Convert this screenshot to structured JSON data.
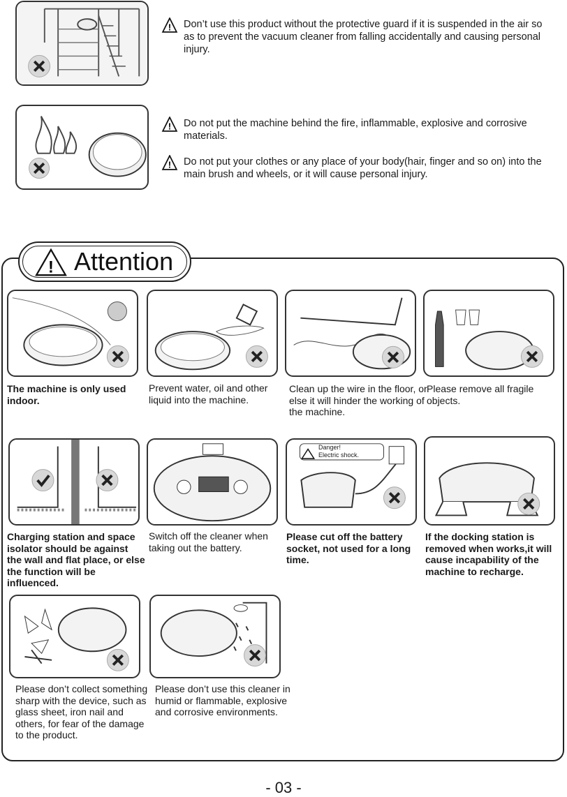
{
  "top_warnings": [
    {
      "text": "Don’t use this product without the protective guard if it is suspended in the air so as to prevent the vacuum cleaner from falling accidentally and causing personal injury."
    },
    {
      "text": "Do not put the machine behind the fire, inflammable, explosive and corrosive materials."
    },
    {
      "text": "Do not put your clothes or any place of your body(hair, finger and so on) into the main brush and wheels, or it will cause personal injury."
    }
  ],
  "attention": {
    "title": "Attention"
  },
  "captions": [
    "The machine is only used indoor.",
    "Prevent water, oil and other liquid into the machine.",
    "Clean up the wire in the floor, or else it will hinder the working of the machine.",
    "Please remove all fragile objects.",
    "Charging station and space isolator should be against the wall and flat place, or else the function will be influenced.",
    "Switch off the cleaner when taking out the battery.",
    "Please cut off the battery socket, not used for a long time.",
    "If the docking station is removed when works,it will cause incapability of the machine to recharge.",
    "Please don’t collect something sharp with the device, such as glass sheet, iron nail and others, for fear of the damage to the product.",
    "Please don’t use this cleaner in humid or flammable, explosive and corrosive environments."
  ],
  "danger_label": {
    "line1": "Danger!",
    "line2": "Electric shock."
  },
  "page_number": "- 03 -",
  "icons": {
    "forbidden": "cross-badge-icon",
    "allowed": "check-badge-icon",
    "warning": "warning-triangle-icon"
  }
}
